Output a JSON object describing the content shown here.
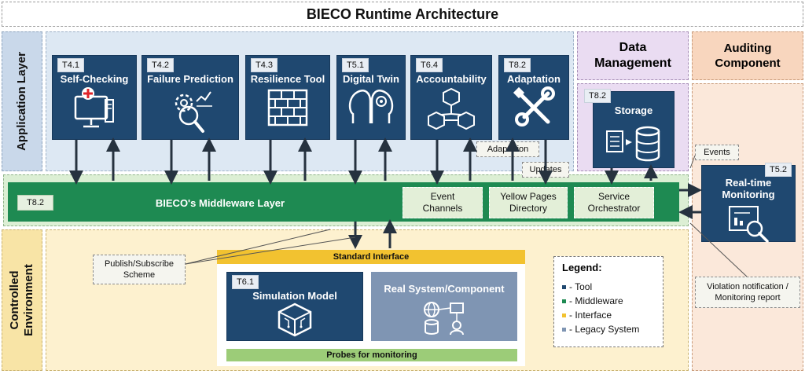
{
  "title": "BIECO Runtime Architecture",
  "layers": {
    "application": "Application Layer",
    "controlled": "Controlled Environment",
    "data_management": "Data Management",
    "auditing": "Auditing Component"
  },
  "tools": [
    {
      "tag": "T4.1",
      "name": "Self-Checking",
      "icon": "monitor-plus-icon"
    },
    {
      "tag": "T4.2",
      "name": "Failure Prediction",
      "icon": "gear-magnifier-icon"
    },
    {
      "tag": "T4.3",
      "name": "Resilience Tool",
      "icon": "brick-wall-icon"
    },
    {
      "tag": "T5.1",
      "name": "Digital Twin",
      "icon": "twin-heads-icon"
    },
    {
      "tag": "T6.4",
      "name": "Accountability",
      "icon": "cubes-network-icon"
    },
    {
      "tag": "T8.2",
      "name": "Adaptation",
      "icon": "wrench-screwdriver-icon"
    }
  ],
  "storage": {
    "tag": "T8.2",
    "name": "Storage",
    "icon": "database-icon"
  },
  "monitoring": {
    "tag": "T5.2",
    "name": "Real-time Monitoring",
    "icon": "report-magnifier-icon"
  },
  "middleware": {
    "tag": "T8.2",
    "label": "BIECO's Middleware Layer",
    "components": [
      "Event Channels",
      "Yellow Pages Directory",
      "Service Orchestrator"
    ]
  },
  "annotations": {
    "adaptation": "Adaptation",
    "updates": "Updates",
    "events": "Events",
    "violation": "Violation notification / Monitoring report",
    "pubsub": "Publish/Subscribe Scheme"
  },
  "controlled": {
    "interface_label": "Standard Interface",
    "simulation": {
      "tag": "T6.1",
      "name": "Simulation Model",
      "icon": "circuit-cube-icon"
    },
    "real_system": {
      "name": "Real System/Component",
      "icon": "system-components-icon"
    },
    "probes": "Probes for monitoring"
  },
  "legend": {
    "title": "Legend:",
    "items": [
      {
        "label": "- Tool",
        "color": "#1f4870"
      },
      {
        "label": "- Middleware",
        "color": "#1e8a52"
      },
      {
        "label": "- Interface",
        "color": "#f2c230"
      },
      {
        "label": "- Legacy System",
        "color": "#7f95b3"
      }
    ]
  },
  "colors": {
    "tool": "#1f4870",
    "middleware": "#1e8a52",
    "interface": "#f2c230",
    "legacy": "#7f95b3",
    "app_bg": "#dde8f3",
    "controlled_bg": "#fdf1cf",
    "data_bg": "#eadcf2",
    "auditing_bg": "#f8d6be"
  }
}
